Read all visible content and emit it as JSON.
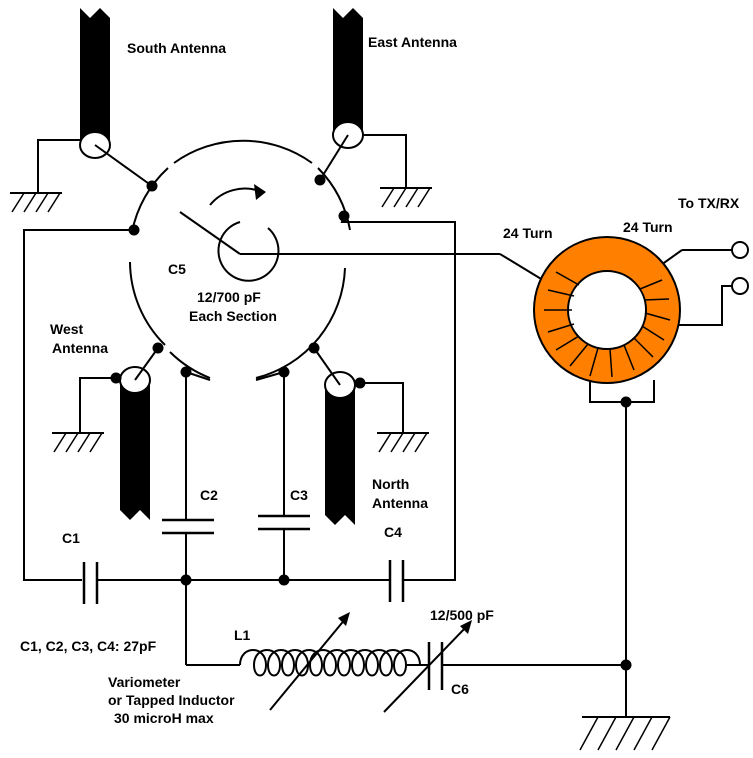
{
  "labels": {
    "south_antenna": "South Antenna",
    "east_antenna": "East Antenna",
    "west_antenna_line1": "West",
    "west_antenna_line2": "Antenna",
    "north_antenna_line1": "North",
    "north_antenna_line2": "Antenna",
    "c5": "C5",
    "c5_value_line1": "12/700 pF",
    "c5_value_line2": "Each Section",
    "turn_left": "24 Turn",
    "turn_right": "24 Turn",
    "tx_rx": "To TX/RX",
    "c1": "C1",
    "c2": "C2",
    "c3": "C3",
    "c4": "C4",
    "cap_values": "C1, C2, C3, C4: 27pF",
    "l1": "L1",
    "c6_value": "12/500 pF",
    "c6": "C6",
    "l1_note_line1": "Variometer",
    "l1_note_line2": "or Tapped Inductor",
    "l1_note_line3": "30 microH max"
  },
  "colors": {
    "toroid": "#FF8000",
    "ink": "#000000",
    "background": "#FFFFFF"
  }
}
